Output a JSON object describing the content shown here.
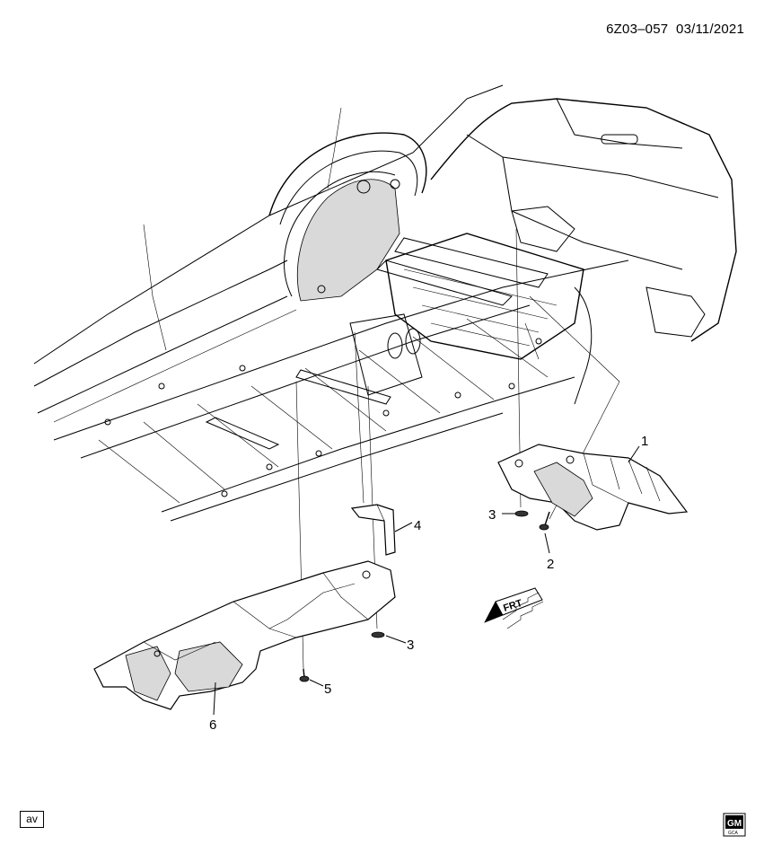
{
  "header": {
    "code": "6Z03–057  03/11/2021"
  },
  "footer": {
    "view_label": "av",
    "logo_text": "GM",
    "logo_subtext": "GCA"
  },
  "direction_indicator": {
    "label": "FRT"
  },
  "callouts": [
    {
      "id": "callout-1",
      "label": "1"
    },
    {
      "id": "callout-2",
      "label": "2"
    },
    {
      "id": "callout-3-upper",
      "label": "3"
    },
    {
      "id": "callout-3-lower",
      "label": "3"
    },
    {
      "id": "callout-4",
      "label": "4"
    },
    {
      "id": "callout-5",
      "label": "5"
    },
    {
      "id": "callout-6",
      "label": "6"
    }
  ]
}
